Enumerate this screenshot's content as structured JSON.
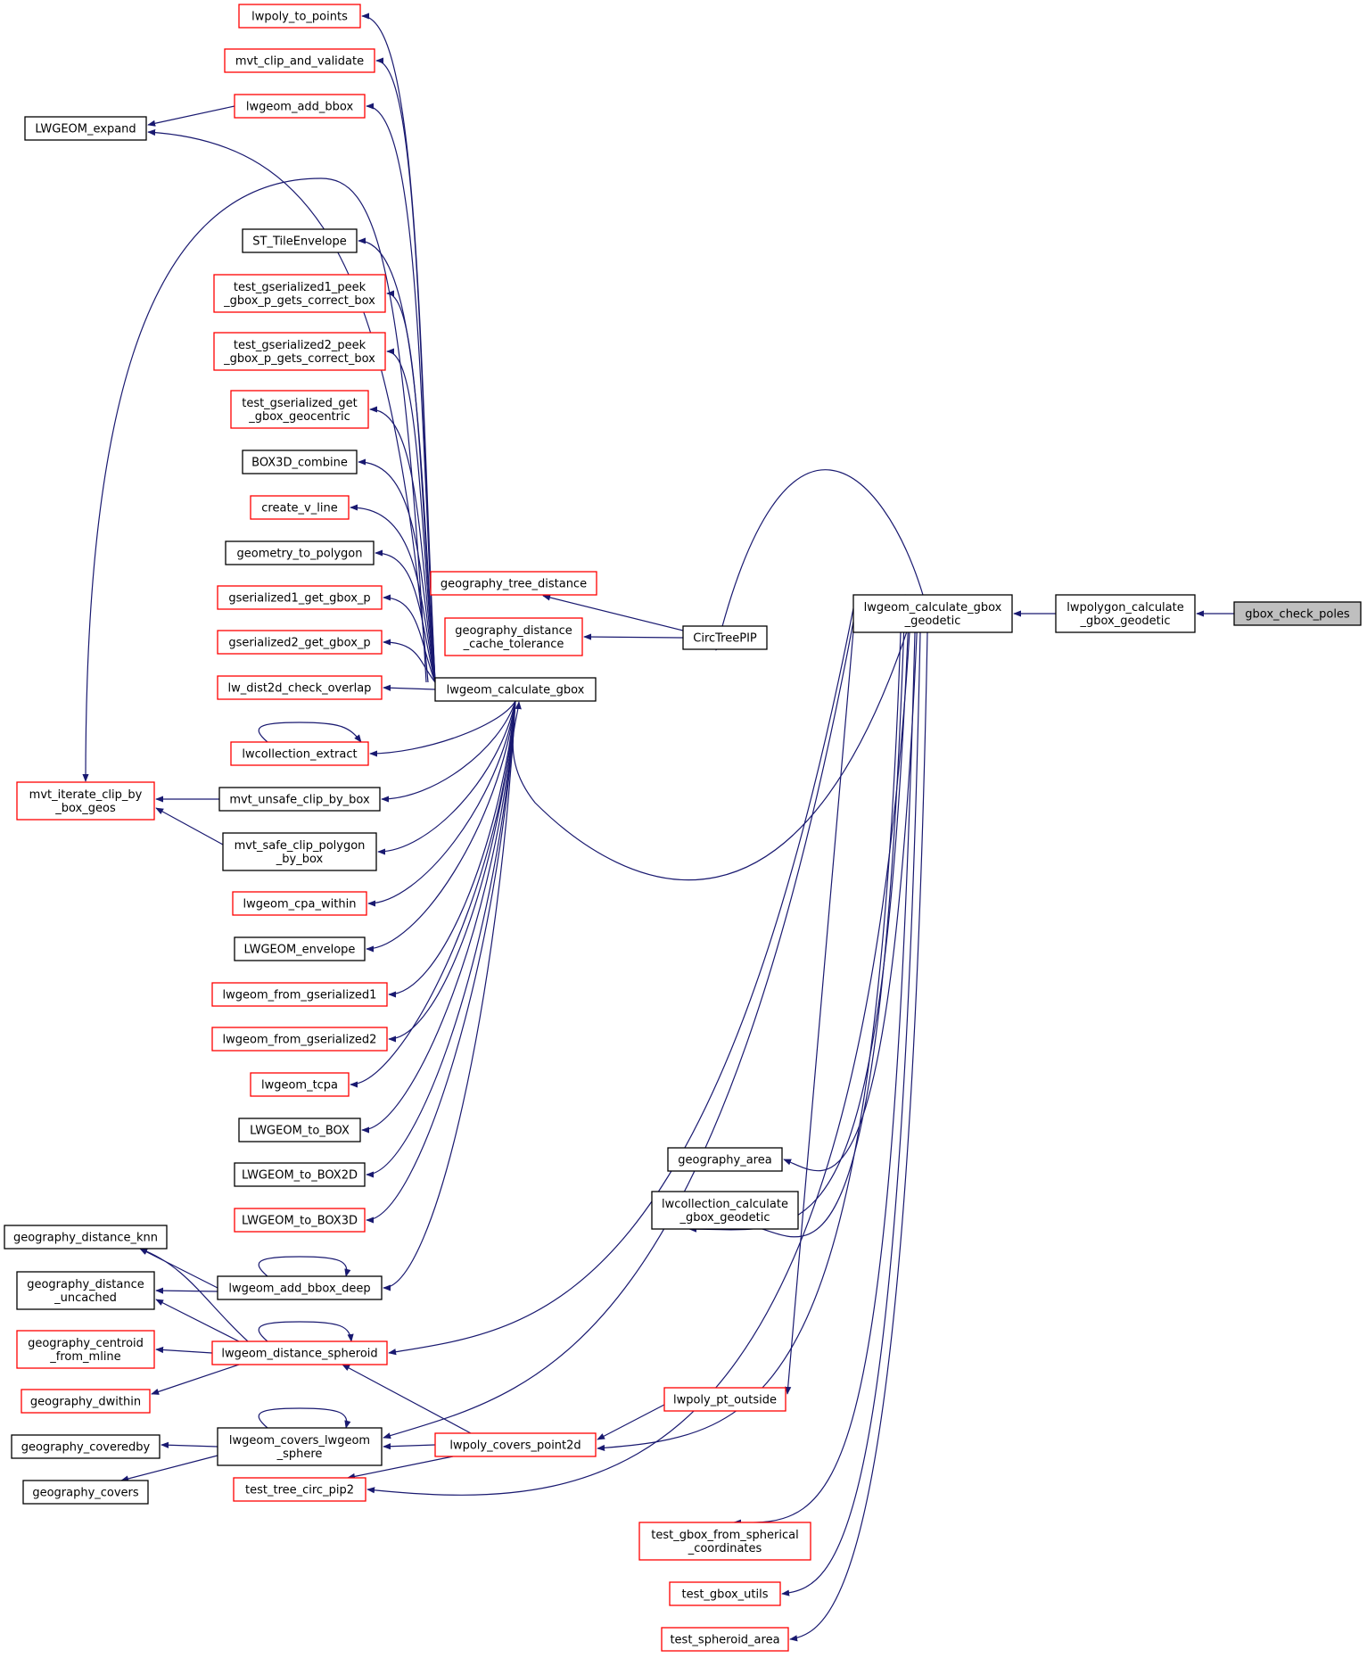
{
  "diagram": {
    "colors": {
      "edge": "#191970",
      "node_border_default": "#000000",
      "node_border_truncated": "#ff0000",
      "root_fill": "#bfbfbf"
    },
    "nodes": [
      {
        "id": "gbox_check_poles",
        "lines": [
          "gbox_check_poles"
        ],
        "border": "black",
        "root": true
      },
      {
        "id": "lwpolygon_calculate_gbox_geodetic",
        "lines": [
          "lwpolygon_calculate",
          "_gbox_geodetic"
        ],
        "border": "black"
      },
      {
        "id": "lwgeom_calculate_gbox_geodetic",
        "lines": [
          "lwgeom_calculate_gbox",
          "_geodetic"
        ],
        "border": "black"
      },
      {
        "id": "lwgeom_calculate_gbox",
        "lines": [
          "lwgeom_calculate_gbox"
        ],
        "border": "black"
      },
      {
        "id": "CircTreePIP",
        "lines": [
          "CircTreePIP"
        ],
        "border": "black"
      },
      {
        "id": "geography_tree_distance",
        "lines": [
          "geography_tree_distance"
        ],
        "border": "red"
      },
      {
        "id": "geography_distance_cache_tolerance",
        "lines": [
          "geography_distance",
          "_cache_tolerance"
        ],
        "border": "red"
      },
      {
        "id": "lwpoly_to_points",
        "lines": [
          "lwpoly_to_points"
        ],
        "border": "red"
      },
      {
        "id": "mvt_clip_and_validate",
        "lines": [
          "mvt_clip_and_validate"
        ],
        "border": "red"
      },
      {
        "id": "lwgeom_add_bbox",
        "lines": [
          "lwgeom_add_bbox"
        ],
        "border": "red"
      },
      {
        "id": "LWGEOM_expand",
        "lines": [
          "LWGEOM_expand"
        ],
        "border": "black"
      },
      {
        "id": "ST_TileEnvelope",
        "lines": [
          "ST_TileEnvelope"
        ],
        "border": "black"
      },
      {
        "id": "test_gserialized1_peek",
        "lines": [
          "test_gserialized1_peek",
          "_gbox_p_gets_correct_box"
        ],
        "border": "red"
      },
      {
        "id": "test_gserialized2_peek",
        "lines": [
          "test_gserialized2_peek",
          "_gbox_p_gets_correct_box"
        ],
        "border": "red"
      },
      {
        "id": "test_gserialized_get",
        "lines": [
          "test_gserialized_get",
          "_gbox_geocentric"
        ],
        "border": "red"
      },
      {
        "id": "BOX3D_combine",
        "lines": [
          "BOX3D_combine"
        ],
        "border": "black"
      },
      {
        "id": "create_v_line",
        "lines": [
          "create_v_line"
        ],
        "border": "red"
      },
      {
        "id": "geometry_to_polygon",
        "lines": [
          "geometry_to_polygon"
        ],
        "border": "black"
      },
      {
        "id": "gserialized1_get_gbox_p",
        "lines": [
          "gserialized1_get_gbox_p"
        ],
        "border": "red"
      },
      {
        "id": "gserialized2_get_gbox_p",
        "lines": [
          "gserialized2_get_gbox_p"
        ],
        "border": "red"
      },
      {
        "id": "lw_dist2d_check_overlap",
        "lines": [
          "lw_dist2d_check_overlap"
        ],
        "border": "red"
      },
      {
        "id": "lwcollection_extract",
        "lines": [
          "lwcollection_extract"
        ],
        "border": "red"
      },
      {
        "id": "mvt_unsafe_clip_by_box",
        "lines": [
          "mvt_unsafe_clip_by_box"
        ],
        "border": "black"
      },
      {
        "id": "mvt_safe_clip_polygon_by_box",
        "lines": [
          "mvt_safe_clip_polygon",
          "_by_box"
        ],
        "border": "black"
      },
      {
        "id": "mvt_iterate_clip_by_box_geos",
        "lines": [
          "mvt_iterate_clip_by",
          "_box_geos"
        ],
        "border": "red"
      },
      {
        "id": "lwgeom_cpa_within",
        "lines": [
          "lwgeom_cpa_within"
        ],
        "border": "red"
      },
      {
        "id": "LWGEOM_envelope",
        "lines": [
          "LWGEOM_envelope"
        ],
        "border": "black"
      },
      {
        "id": "lwgeom_from_gserialized1",
        "lines": [
          "lwgeom_from_gserialized1"
        ],
        "border": "red"
      },
      {
        "id": "lwgeom_from_gserialized2",
        "lines": [
          "lwgeom_from_gserialized2"
        ],
        "border": "red"
      },
      {
        "id": "lwgeom_tcpa",
        "lines": [
          "lwgeom_tcpa"
        ],
        "border": "red"
      },
      {
        "id": "LWGEOM_to_BOX",
        "lines": [
          "LWGEOM_to_BOX"
        ],
        "border": "black"
      },
      {
        "id": "LWGEOM_to_BOX2D",
        "lines": [
          "LWGEOM_to_BOX2D"
        ],
        "border": "black"
      },
      {
        "id": "LWGEOM_to_BOX3D",
        "lines": [
          "LWGEOM_to_BOX3D"
        ],
        "border": "red"
      },
      {
        "id": "lwgeom_add_bbox_deep",
        "lines": [
          "lwgeom_add_bbox_deep"
        ],
        "border": "black"
      },
      {
        "id": "geography_distance_knn",
        "lines": [
          "geography_distance_knn"
        ],
        "border": "black"
      },
      {
        "id": "geography_distance_uncached",
        "lines": [
          "geography_distance",
          "_uncached"
        ],
        "border": "black"
      },
      {
        "id": "lwgeom_distance_spheroid",
        "lines": [
          "lwgeom_distance_spheroid"
        ],
        "border": "red"
      },
      {
        "id": "geography_centroid_from_mline",
        "lines": [
          "geography_centroid",
          "_from_mline"
        ],
        "border": "red"
      },
      {
        "id": "geography_dwithin",
        "lines": [
          "geography_dwithin"
        ],
        "border": "red"
      },
      {
        "id": "lwgeom_covers_lwgeom_sphere",
        "lines": [
          "lwgeom_covers_lwgeom",
          "_sphere"
        ],
        "border": "black"
      },
      {
        "id": "geography_coveredby",
        "lines": [
          "geography_coveredby"
        ],
        "border": "black"
      },
      {
        "id": "geography_covers",
        "lines": [
          "geography_covers"
        ],
        "border": "black"
      },
      {
        "id": "lwpoly_covers_point2d",
        "lines": [
          "lwpoly_covers_point2d"
        ],
        "border": "red"
      },
      {
        "id": "test_tree_circ_pip2",
        "lines": [
          "test_tree_circ_pip2"
        ],
        "border": "red"
      },
      {
        "id": "lwpoly_pt_outside",
        "lines": [
          "lwpoly_pt_outside"
        ],
        "border": "red"
      },
      {
        "id": "geography_area",
        "lines": [
          "geography_area"
        ],
        "border": "black"
      },
      {
        "id": "lwcollection_calculate_gbox_geodetic",
        "lines": [
          "lwcollection_calculate",
          "_gbox_geodetic"
        ],
        "border": "black"
      },
      {
        "id": "test_gbox_from_spherical_coordinates",
        "lines": [
          "test_gbox_from_spherical",
          "_coordinates"
        ],
        "border": "red"
      },
      {
        "id": "test_gbox_utils",
        "lines": [
          "test_gbox_utils"
        ],
        "border": "red"
      },
      {
        "id": "test_spheroid_area",
        "lines": [
          "test_spheroid_area"
        ],
        "border": "red"
      }
    ]
  }
}
